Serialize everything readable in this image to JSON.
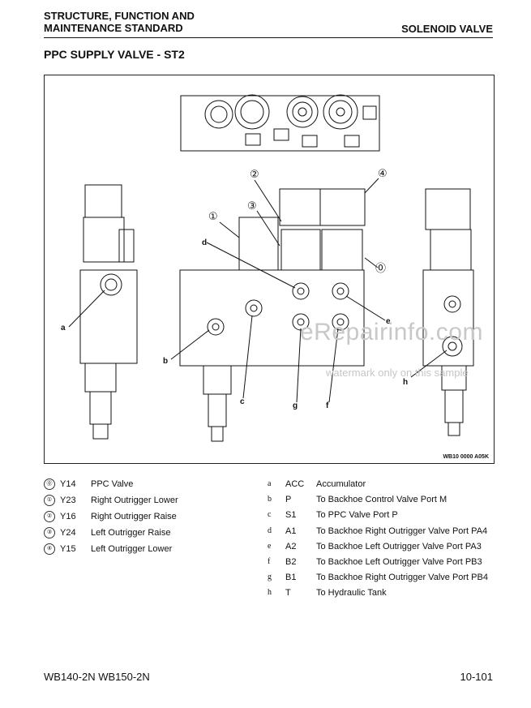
{
  "header": {
    "title_line1": "STRUCTURE, FUNCTION AND",
    "title_line2": "MAINTENANCE STANDARD",
    "section": "SOLENOID VALVE"
  },
  "section_title": "PPC SUPPLY VALVE - ST2",
  "figure": {
    "code": "WB10 0000 A05K",
    "callouts": [
      "a",
      "b",
      "c",
      "d",
      "e",
      "f",
      "g",
      "h"
    ],
    "numbered_callouts": [
      "①",
      "②",
      "③",
      "④",
      "⓪"
    ]
  },
  "watermark": {
    "main": "eRepairinfo.com",
    "sub": "watermark only on this sample"
  },
  "components": [
    {
      "num": "⓪",
      "code": "Y14",
      "desc": "PPC Valve"
    },
    {
      "num": "①",
      "code": "Y23",
      "desc": "Right Outrigger Lower"
    },
    {
      "num": "②",
      "code": "Y16",
      "desc": "Right Outrigger Raise"
    },
    {
      "num": "③",
      "code": "Y24",
      "desc": "Left Outrigger Raise"
    },
    {
      "num": "④",
      "code": "Y15",
      "desc": "Left Outrigger Lower"
    }
  ],
  "ports": [
    {
      "letter": "a",
      "code": "ACC",
      "desc": "Accumulator"
    },
    {
      "letter": "b",
      "code": "P",
      "desc": "To Backhoe Control Valve Port M"
    },
    {
      "letter": "c",
      "code": "S1",
      "desc": "To PPC Valve Port P"
    },
    {
      "letter": "d",
      "code": "A1",
      "desc": "To Backhoe Right Outrigger Valve Port PA4"
    },
    {
      "letter": "e",
      "code": "A2",
      "desc": "To Backhoe Left Outrigger Valve Port PA3"
    },
    {
      "letter": "f",
      "code": "B2",
      "desc": "To Backhoe Left Outrigger Valve Port PB3"
    },
    {
      "letter": "g",
      "code": "B1",
      "desc": "To Backhoe Right Outrigger Valve Port PB4"
    },
    {
      "letter": "h",
      "code": "T",
      "desc": "To Hydraulic Tank"
    }
  ],
  "footer": {
    "model": "WB140-2N WB150-2N",
    "page": "10-101"
  }
}
